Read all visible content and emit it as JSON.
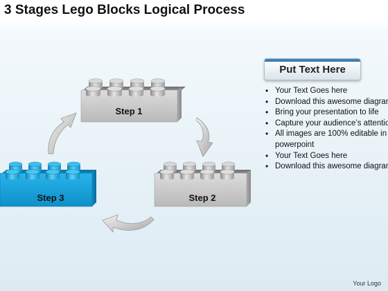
{
  "title": "3 Stages Lego Blocks Logical Process",
  "blocks": [
    {
      "label": "Step 1",
      "color": "gray"
    },
    {
      "label": "Step 2",
      "color": "gray"
    },
    {
      "label": "Step 3",
      "color": "blue"
    }
  ],
  "panel": {
    "header": "Put Text Here",
    "bullets": [
      "Your Text Goes here",
      "Download this awesome diagram",
      "Bring your presentation to life",
      "Capture your audience’s attention",
      "All images are 100% editable in powerpoint",
      "Your Text Goes here",
      "Download this awesome diagram"
    ]
  },
  "footer": "Your Logo",
  "colors": {
    "block_gray": "#c9c9c9",
    "block_blue": "#18a0d8",
    "header_stripe": "#3a7fb5"
  }
}
